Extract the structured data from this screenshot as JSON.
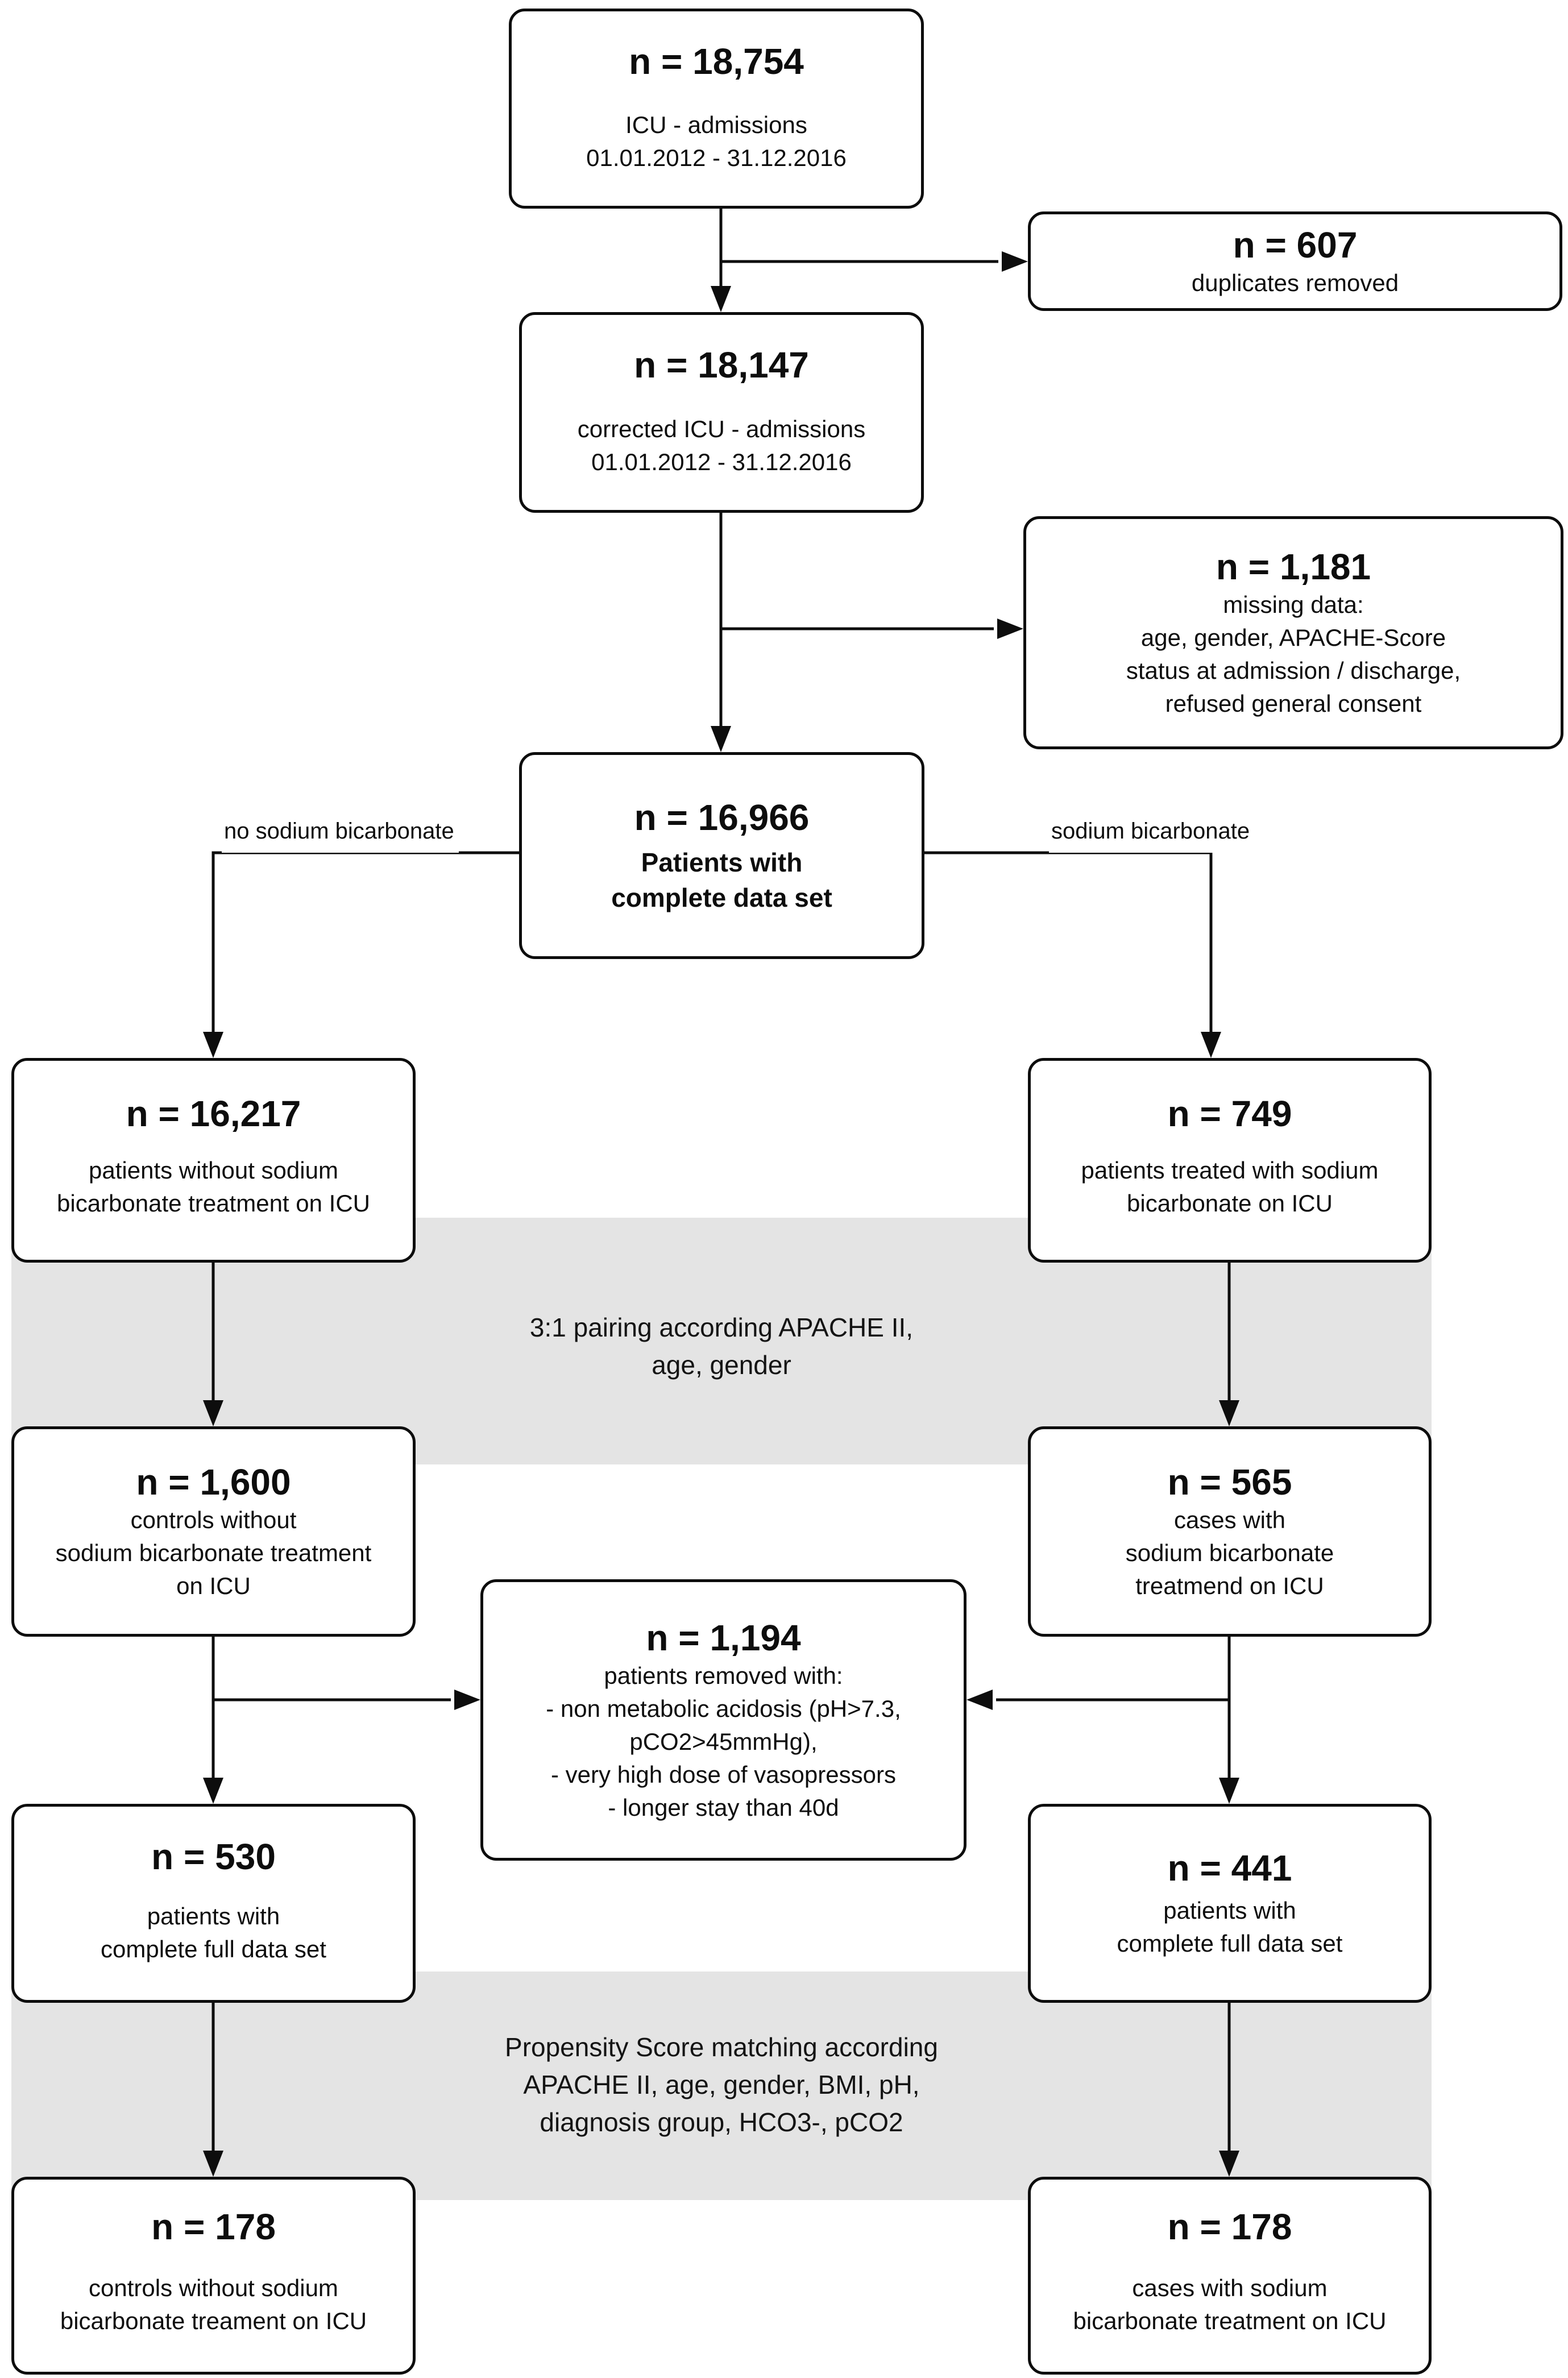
{
  "flowchart": {
    "boxes": {
      "admissions": {
        "n": "n = 18,754",
        "lines": [
          "ICU - admissions",
          "01.01.2012 - 31.12.2016"
        ]
      },
      "duplicates": {
        "n": "n = 607",
        "lines": [
          "duplicates removed"
        ]
      },
      "corrected": {
        "n": "n = 18,147",
        "lines": [
          "corrected ICU - admissions",
          "01.01.2012 - 31.12.2016"
        ]
      },
      "missing": {
        "n": "n = 1,181",
        "lines": [
          "missing data:",
          "age, gender, APACHE-Score",
          "status at admission / discharge,",
          "refused general consent"
        ]
      },
      "complete": {
        "n": "n = 16,966",
        "lines": [
          "Patients with",
          "complete data set"
        ]
      },
      "no_bicarb": {
        "n": "n = 16,217",
        "lines": [
          "patients without sodium",
          "bicarbonate treatment on ICU"
        ]
      },
      "bicarb": {
        "n": "n = 749",
        "lines": [
          "patients treated with sodium",
          "bicarbonate on ICU"
        ]
      },
      "controls": {
        "n": "n = 1,600",
        "lines": [
          "controls without",
          "sodium bicarbonate treatment",
          "on ICU"
        ]
      },
      "cases": {
        "n": "n = 565",
        "lines": [
          "cases with",
          "sodium bicarbonate",
          "treatmend on ICU"
        ]
      },
      "removed": {
        "n": "n = 1,194",
        "lines": [
          "patients removed with:",
          "- non metabolic acidosis (pH>7.3,",
          "pCO2>45mmHg),",
          "- very high dose of vasopressors",
          "- longer stay than 40d"
        ]
      },
      "controls_full": {
        "n": "n = 530",
        "lines": [
          "patients with",
          "complete full data set"
        ]
      },
      "cases_full": {
        "n": "n = 441",
        "lines": [
          "patients with",
          "complete full data set"
        ]
      },
      "controls_final": {
        "n": "n = 178",
        "lines": [
          "controls without sodium",
          "bicarbonate treament on ICU"
        ]
      },
      "cases_final": {
        "n": "n = 178",
        "lines": [
          "cases with sodium",
          "bicarbonate treatment on ICU"
        ]
      }
    },
    "branch_labels": {
      "left": "no sodium bicarbonate",
      "right": "sodium bicarbonate"
    },
    "bands": {
      "pairing": [
        "3:1 pairing according APACHE II,",
        "age, gender"
      ],
      "propensity": [
        "Propensity Score matching according",
        "APACHE II, age, gender, BMI, pH,",
        "diagnosis group, HCO3-, pCO2"
      ]
    },
    "colors": {
      "band_background": "#e4e4e4",
      "box_border": "#0d0d0d",
      "box_background": "#ffffff",
      "text": "#0d0d0d"
    }
  }
}
